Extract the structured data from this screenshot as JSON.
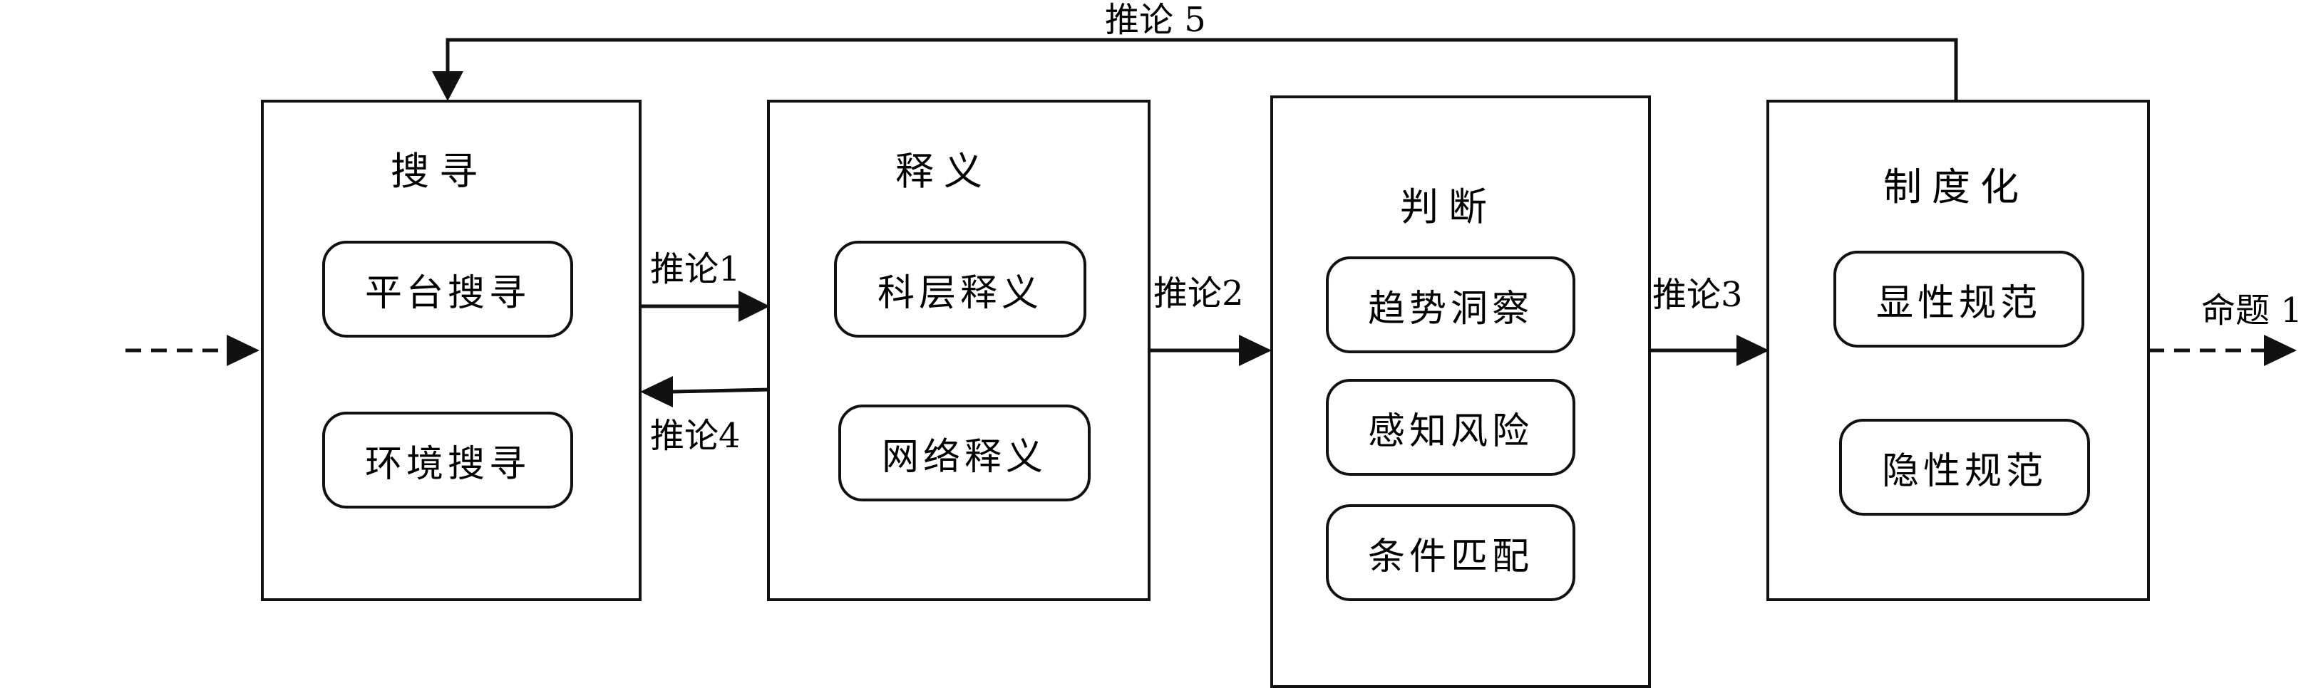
{
  "stages": [
    {
      "title": "搜寻",
      "items": [
        "平台搜寻",
        "环境搜寻"
      ]
    },
    {
      "title": "释义",
      "items": [
        "科层释义",
        "网络释义"
      ]
    },
    {
      "title": "判断",
      "items": [
        "趋势洞察",
        "感知风险",
        "条件匹配"
      ]
    },
    {
      "title": "制度化",
      "items": [
        "显性规范",
        "隐性规范"
      ]
    }
  ],
  "edges": {
    "inference1": "推论1",
    "inference2": "推论2",
    "inference3": "推论3",
    "inference4": "推论4",
    "inference5": "推论 5",
    "output": "命题 1"
  }
}
